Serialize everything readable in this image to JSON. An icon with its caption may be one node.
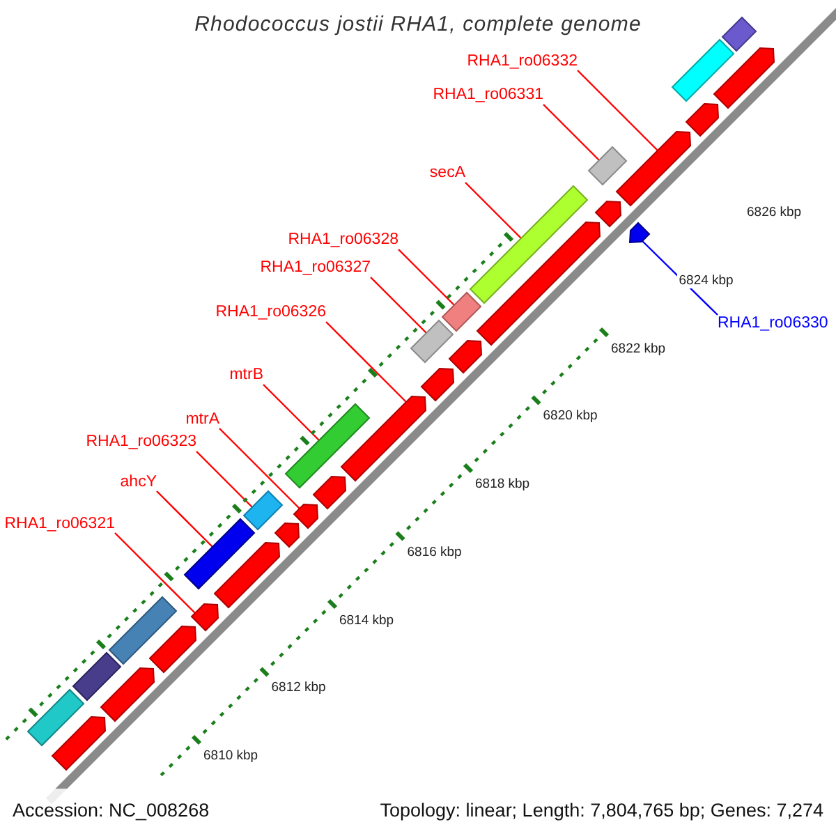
{
  "diagram": {
    "title": "Rhodococcus jostii RHA1, complete genome",
    "nodes": [
      {
        "text": [
          "RHA1_ro06332"
        ]
      },
      {
        "text": [
          "RHA1_ro06331"
        ]
      },
      {
        "text": [
          "secA"
        ]
      },
      {
        "text": [
          "RHA1_ro06328"
        ]
      },
      {
        "text": [
          "RHA1_ro06327"
        ]
      },
      {
        "text": [
          "RHA1_ro06326"
        ]
      },
      {
        "text": [
          "RHA1_ro06330"
        ]
      },
      {
        "text": [
          "mtrB"
        ]
      },
      {
        "text": [
          "mtrA"
        ]
      },
      {
        "text": [
          "RHA1_ro06323"
        ]
      },
      {
        "text": [
          "ahcY"
        ]
      },
      {
        "text": [
          "RHA1_ro06321"
        ]
      },
      {
        "text": [],
        "shape": "box"
      },
      {
        "text": [],
        "shape": "arrow"
      },
      {
        "text": [],
        "shape": "box"
      },
      {
        "text": [],
        "shape": "arrow"
      },
      {
        "text": [],
        "shape": "box"
      },
      {
        "text": [],
        "shape": "arrow"
      },
      {
        "text": [],
        "shape": "arrow"
      },
      {
        "text": [],
        "shape": "box"
      },
      {
        "text": [],
        "shape": "arrow"
      },
      {
        "text": [],
        "shape": "box"
      },
      {
        "text": [],
        "shape": "arrow"
      },
      {
        "text": [],
        "shape": "arrow"
      },
      {
        "text": [],
        "shape": "box"
      },
      {
        "text": [],
        "shape": "arrow"
      },
      {
        "text": [],
        "shape": "arrow"
      },
      {
        "text": [],
        "shape": "arrow"
      },
      {
        "text": [],
        "shape": "box"
      },
      {
        "text": [],
        "shape": "arrow"
      },
      {
        "text": [],
        "shape": "box"
      },
      {
        "text": [],
        "shape": "arrow"
      },
      {
        "text": [],
        "shape": "box"
      },
      {
        "text": [],
        "shape": "arrow"
      },
      {
        "text": [],
        "shape": "arrow"
      },
      {
        "text": [],
        "shape": "box"
      },
      {
        "text": [],
        "shape": "arrow"
      },
      {
        "text": [],
        "shape": "arrow"
      },
      {
        "text": [],
        "shape": "box"
      },
      {
        "text": [],
        "shape": "arrow"
      },
      {
        "text": [],
        "shape": "box"
      }
    ],
    "edges": [
      {
        "from": 0,
        "to": 36,
        "arrow": "none"
      },
      {
        "from": 1,
        "to": 35,
        "arrow": "none"
      },
      {
        "from": 2,
        "to": 32,
        "arrow": "none"
      },
      {
        "from": 3,
        "to": 30,
        "arrow": "none"
      },
      {
        "from": 4,
        "to": 28,
        "arrow": "none"
      },
      {
        "from": 5,
        "to": 26,
        "arrow": "none"
      },
      {
        "from": 6,
        "to": 34,
        "arrow": "none",
        "color": "#0000ff"
      },
      {
        "from": 7,
        "to": 24,
        "arrow": "none"
      },
      {
        "from": 8,
        "to": 23,
        "arrow": "none"
      },
      {
        "from": 9,
        "to": 21,
        "arrow": "none"
      },
      {
        "from": 10,
        "to": 19,
        "arrow": "none"
      },
      {
        "from": 11,
        "to": 18,
        "arrow": "none"
      }
    ],
    "labels": [
      "6826 kbp",
      "6824 kbp",
      "6822 kbp",
      "6820 kbp",
      "6818 kbp",
      "6816 kbp",
      "6814 kbp",
      "6812 kbp",
      "6810 kbp",
      "Accession: NC_008268",
      "Topology: linear; Length: 7,804,765 bp; Genes: 7,274"
    ]
  }
}
